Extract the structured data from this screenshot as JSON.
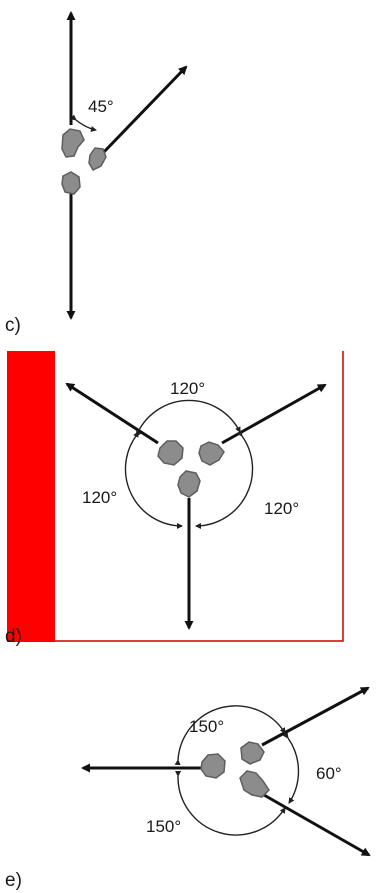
{
  "panels": [
    {
      "label": "c)",
      "angles": [
        "45°"
      ]
    },
    {
      "label": "d)",
      "angles": [
        "120°",
        "120°",
        "120°"
      ]
    },
    {
      "label": "e)",
      "angles": [
        "150°",
        "60°",
        "150°"
      ]
    }
  ],
  "colors": {
    "arrow": "#111111",
    "fragment": "#8c8c8c",
    "frame": "#cc0000",
    "bar": "#ff0000"
  }
}
